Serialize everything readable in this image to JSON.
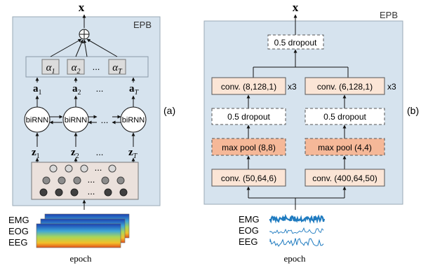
{
  "panel_a": {
    "output": "x",
    "block_label": "EPB",
    "sum_symbol": "⊕",
    "alpha_symbol": "α",
    "alpha_subs": [
      "1",
      "2",
      "T"
    ],
    "a_symbol": "a",
    "a_subs": [
      "1",
      "2",
      "T"
    ],
    "z_symbol": "z",
    "z_subs": [
      "1",
      "2",
      "T"
    ],
    "rnn_label": "biRNN",
    "ellipsis": "...",
    "channels": [
      "EMG",
      "EOG",
      "EEG"
    ],
    "input_label": "epoch",
    "panel_tag": "(a)"
  },
  "panel_b": {
    "output": "x",
    "block_label": "EPB",
    "top_dropout": "0.5 dropout",
    "left_branch": {
      "conv_top": "conv. (8,128,1)",
      "dropout": "0.5 dropout",
      "pool": "max pool (8,8)",
      "conv_bottom": "conv. (50,64,6)"
    },
    "right_branch": {
      "conv_top": "conv. (6,128,1)",
      "dropout": "0.5 dropout",
      "pool": "max pool (4,4)",
      "conv_bottom": "conv. (400,64,50)"
    },
    "repeat": "x3",
    "channels": [
      "EMG",
      "EOG",
      "EEG"
    ],
    "input_label": "epoch",
    "panel_tag": "(b)"
  },
  "colors": {
    "epb_bg": "#d6e3ee",
    "conv": "#fbe5d6",
    "pool": "#f5b898",
    "alpha_box": "#dcdcdc",
    "signal": "#1f7bc0"
  }
}
